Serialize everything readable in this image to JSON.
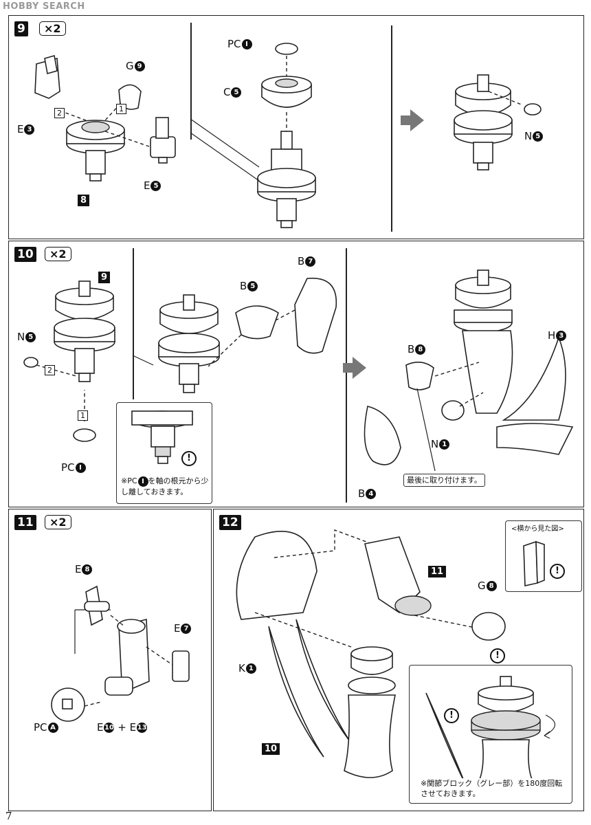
{
  "watermark": "HOBBY SEARCH",
  "page_number": "7",
  "steps": {
    "s9": {
      "number": "9",
      "multiplier": "×2",
      "labels": {
        "pc": "PC",
        "pc_num": "I",
        "c": "C",
        "c_num": "5",
        "g": "G",
        "g_num": "9",
        "e3": "E",
        "e3_num": "3",
        "e5": "E",
        "e5_num": "5",
        "n": "N",
        "n_num": "5",
        "ref": "8",
        "seq1": "1",
        "seq2": "2"
      }
    },
    "s10": {
      "number": "10",
      "multiplier": "×2",
      "labels": {
        "ref": "9",
        "n": "N",
        "n_num": "5",
        "pc": "PC",
        "pc_num": "I",
        "b5": "B",
        "b5_num": "5",
        "b7": "B",
        "b7_num": "7",
        "b8": "B",
        "b8_num": "8",
        "b4": "B",
        "b4_num": "4",
        "h": "H",
        "h_num": "3",
        "n1": "N",
        "n1_num": "1",
        "seq1": "1",
        "seq2": "2"
      },
      "note_pc": "※PC",
      "note_pc_num": "I",
      "note_pc_rest": "を軸の根元から少し離しておきます。",
      "note_last": "最後に取り付けます。",
      "warn": "!"
    },
    "s11": {
      "number": "11",
      "multiplier": "×2",
      "labels": {
        "e8": "E",
        "e8_num": "8",
        "e7": "E",
        "e7_num": "7",
        "pca": "PC",
        "pca_num": "A",
        "e10": "E",
        "e10_num": "10",
        "plus": "+",
        "e13": "E",
        "e13_num": "13"
      }
    },
    "s12": {
      "number": "12",
      "labels": {
        "k": "K",
        "k_num": "1",
        "g": "G",
        "g_num": "8",
        "ref11": "11",
        "ref10": "10"
      },
      "side_view_title": "<横から見た図>",
      "note_rotate": "※関節ブロック（グレー部）を180度回転させておきます。",
      "warn": "!"
    }
  }
}
